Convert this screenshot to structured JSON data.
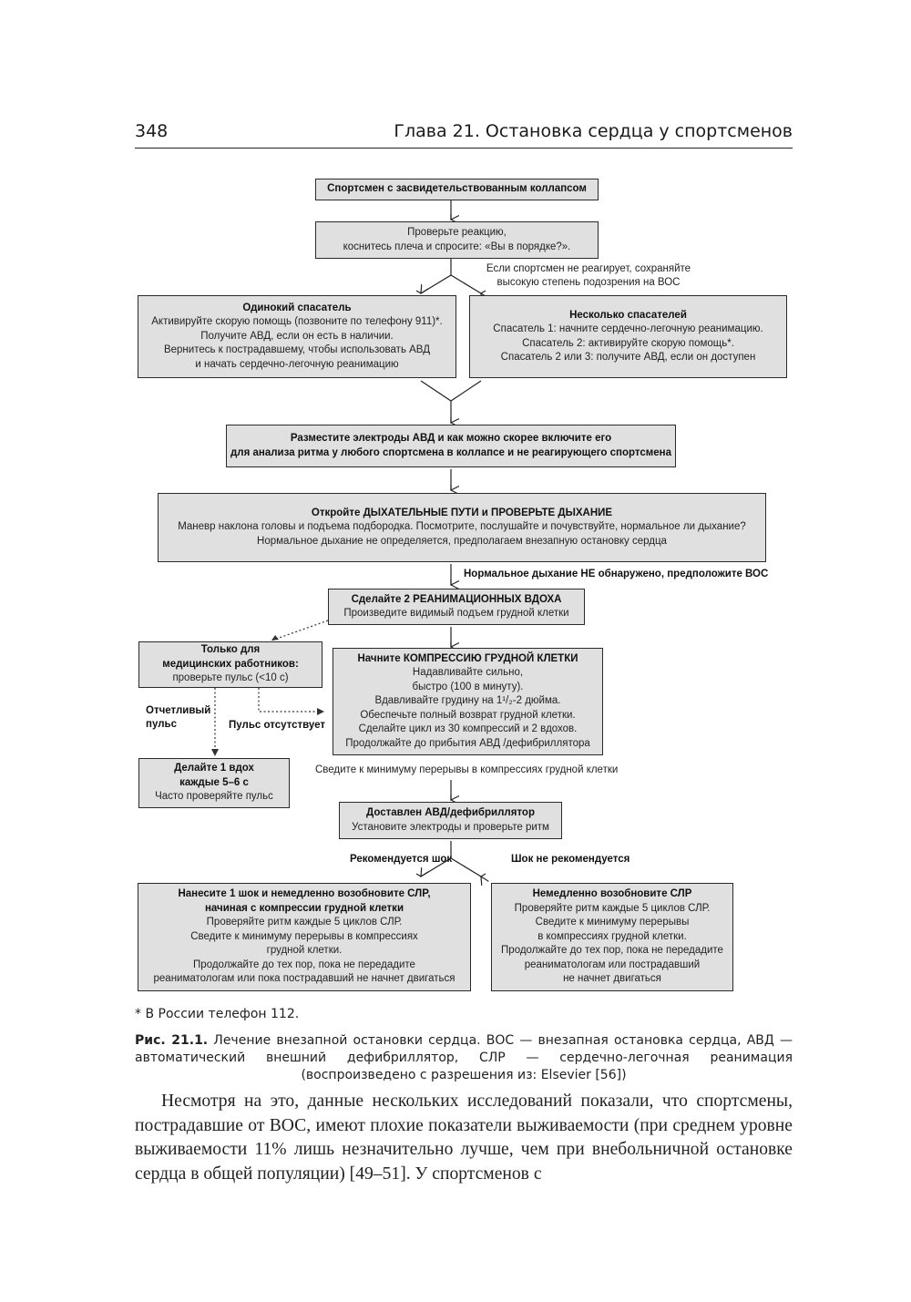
{
  "header": {
    "page_number": "348",
    "chapter_title": "Глава 21. Остановка сердца у спортсменов"
  },
  "flowchart": {
    "start": "Спортсмен с засвидетельствованным коллапсом",
    "check_response": [
      "Проверьте реакцию,",
      "коснитесь плеча и спросите: «Вы в порядке?»."
    ],
    "no_response_note": [
      "Если спортсмен не реагирует, сохраняйте",
      "высокую степень подозрения на ВОС"
    ],
    "single_rescuer": {
      "title": "Одинокий спасатель",
      "lines": [
        "Активируйте скорую помощь (позвоните по телефону 911)*.",
        "Получите АВД, если он есть в наличии.",
        "Вернитесь к пострадавшему, чтобы использовать АВД",
        "и начать сердечно-легочную реанимацию"
      ]
    },
    "multiple_rescuers": {
      "title": "Несколько спасателей",
      "lines": [
        "Спасатель 1: начните сердечно-легочную реанимацию.",
        "Спасатель 2: активируйте скорую помощь*.",
        "Спасатель 2 или 3: получите АВД, если он доступен"
      ]
    },
    "aed_electrodes": [
      "Разместите электроды АВД и как можно скорее включите его",
      "для анализа ритма у любого спортсмена в коллапсе и не реагирующего спортсмена"
    ],
    "airway": {
      "title": "Откройте ДЫХАТЕЛЬНЫЕ ПУТИ и ПРОВЕРЬТЕ ДЫХАНИЕ",
      "lines": [
        "Маневр наклона головы и подъема подбородка. Посмотрите, послушайте и почувствуйте, нормальное ли дыхание?",
        "Нормальное дыхание не определяется, предполагаем внезапную остановку сердца"
      ]
    },
    "no_breathing_note": "Нормальное дыхание НЕ обнаружено, предположите ВОС",
    "rescue_breaths": {
      "title": "Сделайте 2 РЕАНИМАЦИОННЫХ ВДОХА",
      "line": "Произведите видимый подъем грудной клетки"
    },
    "medical_only": {
      "title_lines": [
        "Только для",
        "медицинских работников:"
      ],
      "line": "проверьте пульс (<10 с)"
    },
    "compressions": {
      "title": "Начните КОМПРЕССИЮ ГРУДНОЙ КЛЕТКИ",
      "lines": [
        "Надавливайте сильно,",
        "быстро (100 в минуту).",
        "Вдавливайте грудину на 1¹/₂-2 дюйма.",
        "Обеспечьте полный возврат грудной клетки.",
        "Сделайте цикл из 30 компрессий и 2 вдохов.",
        "Продолжайте до прибытия АВД /дефибриллятора"
      ]
    },
    "pulse_present": [
      "Отчетливый",
      "пульс"
    ],
    "pulse_absent": "Пульс отсутствует",
    "one_breath": {
      "title_lines": [
        "Делайте 1 вдох",
        "каждые 5–6 с"
      ],
      "line": "Часто проверяйте пульс"
    },
    "minimize_note": "Сведите к минимуму перерывы в компрессиях грудной клетки",
    "aed_arrived": {
      "title": "Доставлен АВД/дефибриллятор",
      "line": "Установите электроды и проверьте ритм"
    },
    "shock_advised": "Рекомендуется шок",
    "shock_not_advised": "Шок не рекомендуется",
    "shock_box": {
      "title_lines": [
        "Нанесите 1 шок и немедленно возобновите СЛР,",
        "начиная с компрессии грудной клетки"
      ],
      "lines": [
        "Проверяйте ритм каждые 5 циклов СЛР.",
        "Сведите к минимуму перерывы в компрессиях",
        "грудной клетки.",
        "Продолжайте до тех пор, пока не передадите",
        "реаниматологам или пока пострадавший не начнет двигаться"
      ]
    },
    "no_shock_box": {
      "title": "Немедленно возобновите СЛР",
      "lines": [
        "Проверяйте ритм каждые 5 циклов СЛР.",
        "Сведите к минимуму перерывы",
        "в компрессиях грудной клетки.",
        "Продолжайте до тех пор, пока не передадите",
        "реаниматологам или пострадавший",
        "не начнет двигаться"
      ]
    }
  },
  "footnote": "* В России телефон 112.",
  "caption": {
    "label": "Рис. 21.1.",
    "text": " Лечение внезапной остановки сердца. ВОС — внезапная остановка сердца, АВД — автоматический внешний дефибриллятор, СЛР — сердечно-легочная реанимация (воспроизведено с разрешения из: Elsevier [56])"
  },
  "body_text": "Несмотря на это, данные нескольких исследований показали, что спортсмены, пострадавшие от ВОС, имеют плохие показатели выживаемости (при среднем уровне выживаемости 11% лишь незначительно лучше, чем при внебольничной остановке сердца в общей популяции) [49–51]. У спортсменов с"
}
